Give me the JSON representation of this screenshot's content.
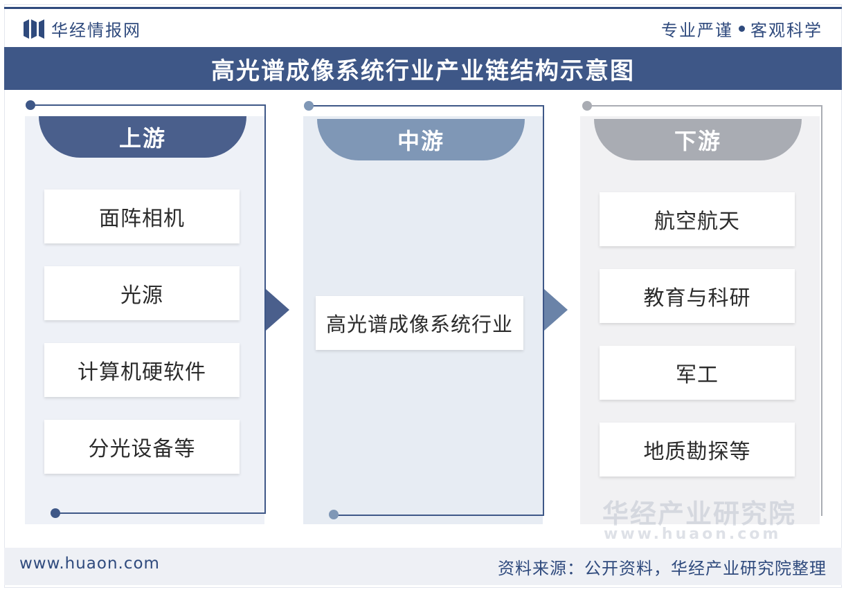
{
  "header": {
    "brand_name": "华经情报网",
    "slogan_left": "专业严谨",
    "slogan_right": "客观科学"
  },
  "title": "高光谱成像系统行业产业链结构示意图",
  "columns": [
    {
      "label": "上游",
      "items": [
        "面阵相机",
        "光源",
        "计算机硬软件",
        "分光设备等"
      ]
    },
    {
      "label": "中游",
      "items": [
        "高光谱成像系统行业"
      ]
    },
    {
      "label": "下游",
      "items": [
        "航空航天",
        "教育与科研",
        "军工",
        "地质勘探等"
      ]
    }
  ],
  "watermark": {
    "name": "华经产业研究院",
    "url": "www.huaon.com"
  },
  "footer": {
    "website": "www.huaon.com",
    "source": "资料来源：公开资料，华经产业研究院整理"
  },
  "colors": {
    "primary": "#3e5787",
    "upstream_tab": "#4a5f8c",
    "midstream_tab": "#7f97b6",
    "downstream_tab": "#a9acb3",
    "upstream_bg": "#eef1f7",
    "midstream_bg": "#e7ecf3",
    "downstream_bg": "#f1f1f3"
  }
}
